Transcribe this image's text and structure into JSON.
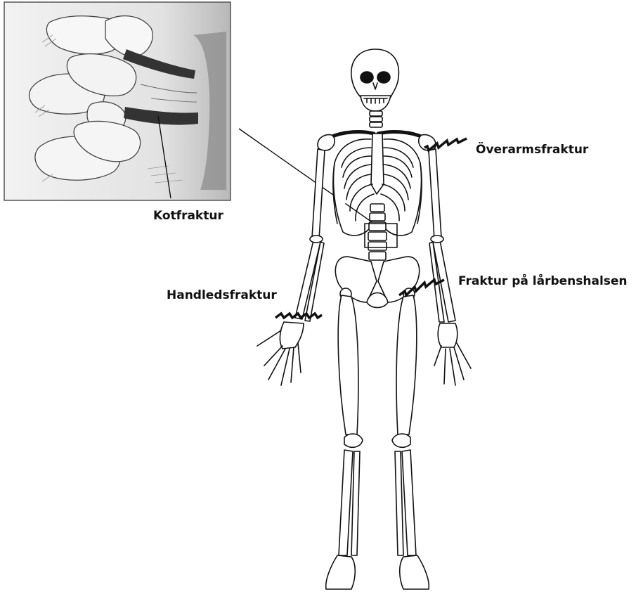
{
  "labels": {
    "vertebral_fracture": "Kotfraktur",
    "upper_arm_fracture": "Överarmsfraktur",
    "wrist_fracture": "Handledsfraktur",
    "femoral_neck_fracture": "Fraktur på lårbenshalsen"
  },
  "colors": {
    "line": "#111111",
    "bone_fill": "#ffffff",
    "inset_bg": "#e6e6e6",
    "inset_shade": "#9a9a9a"
  }
}
